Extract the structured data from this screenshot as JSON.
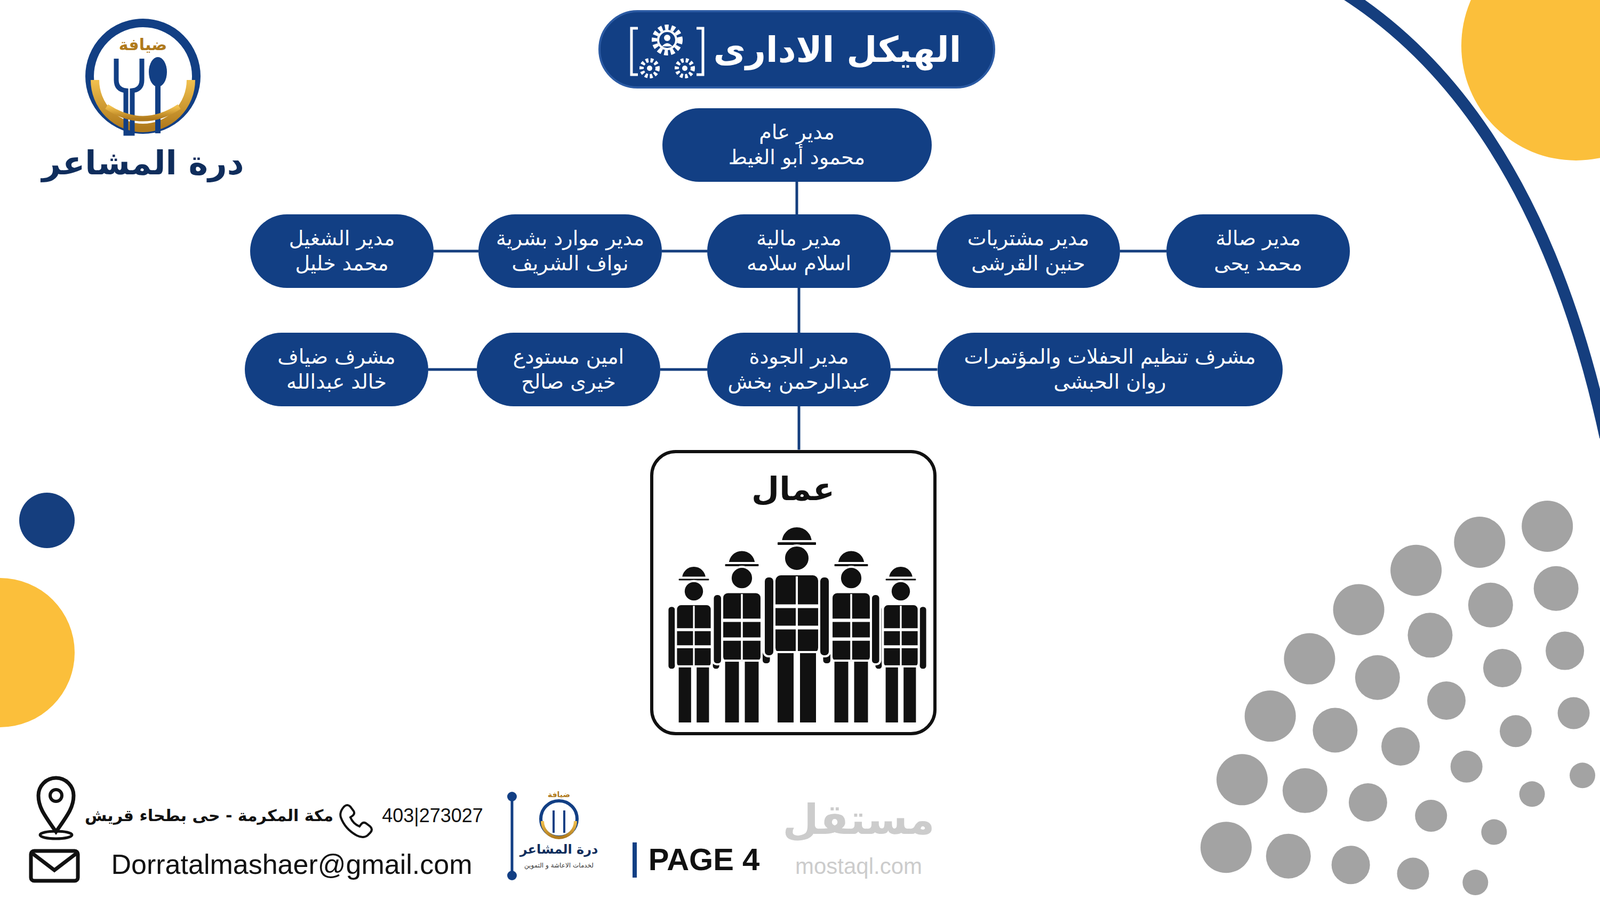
{
  "diagram": {
    "title": "الهيكل الادارى",
    "nodes": [
      {
        "text": [
          "مدير عام",
          "محمود أبو الغيط"
        ]
      },
      {
        "text": [
          "مدير صالة",
          "محمد يحى"
        ]
      },
      {
        "text": [
          "مدير مشتريات",
          "حنين القرشى"
        ]
      },
      {
        "text": [
          "مدير مالية",
          "اسلام سلامه"
        ]
      },
      {
        "text": [
          "مدير موارد بشرية",
          "نواف الشريف"
        ]
      },
      {
        "text": [
          "مدير الشغيل",
          "محمد خليل"
        ]
      },
      {
        "text": [
          "مشرف تنظيم الحفلات والمؤتمرات",
          "روان الحبشى"
        ]
      },
      {
        "text": [
          "مدير الجودة",
          "عبدالرحمن بخش"
        ]
      },
      {
        "text": [
          "امين مستودع",
          "خيرى صالح"
        ]
      },
      {
        "text": [
          "مشرف ضياف",
          "خالد عبدالله"
        ]
      },
      {
        "text": [
          "عمال"
        ]
      }
    ],
    "edges": [
      {
        "from": 0,
        "to": 3,
        "arrow": "none"
      },
      {
        "from": 3,
        "to": 2,
        "arrow": "none"
      },
      {
        "from": 2,
        "to": 1,
        "arrow": "none"
      },
      {
        "from": 3,
        "to": 4,
        "arrow": "none"
      },
      {
        "from": 4,
        "to": 5,
        "arrow": "none"
      },
      {
        "from": 3,
        "to": 7,
        "arrow": "none"
      },
      {
        "from": 7,
        "to": 6,
        "arrow": "none"
      },
      {
        "from": 7,
        "to": 8,
        "arrow": "none"
      },
      {
        "from": 8,
        "to": 9,
        "arrow": "none"
      },
      {
        "from": 7,
        "to": 10,
        "arrow": "none"
      }
    ],
    "labels": [
      "ضيافة",
      "درة المشاعر",
      "مكة المكرمة - حى بطحاء قريش",
      "403|273027",
      "Dorratalmashaer@gmail.com",
      "ضيافة",
      "درة المشاعر",
      "لخدمات الاعاشة و التموين",
      "PAGE 4",
      "مستقل",
      "mostaql.com"
    ]
  }
}
